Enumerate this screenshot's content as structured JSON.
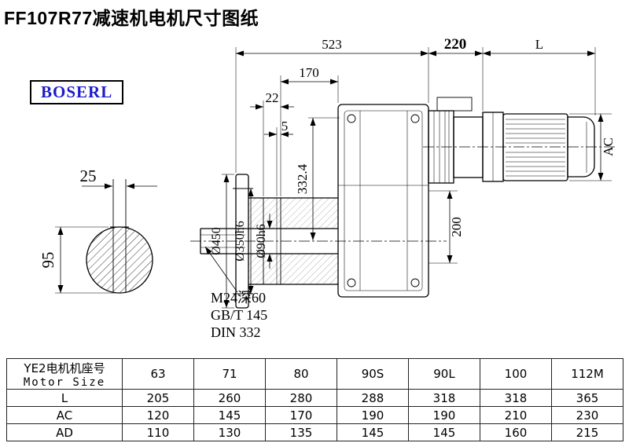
{
  "title": "FF107R77减速机电机尺寸图纸",
  "logo": "BOSERL",
  "drawing": {
    "dims": {
      "overall_length": "523",
      "adapter_length": "220",
      "motor_length": "L",
      "d170": "170",
      "d22": "22",
      "d5": "5",
      "height_332": "332.4",
      "d200": "200",
      "motor_ac": "AC",
      "flange_od": "Ø450",
      "spigot_d": "Ø350h6",
      "bore_d": "Ø90h6",
      "key_width": "25",
      "key_height": "95"
    },
    "notes": {
      "thread": "M24深60",
      "gb": "GB/T 145",
      "din": "DIN 332"
    }
  },
  "table": {
    "header_label_cn": "YE2电机机座号",
    "header_label_en": "Motor Size",
    "sizes": [
      "63",
      "71",
      "80",
      "90S",
      "90L",
      "100",
      "112M"
    ],
    "rows": [
      {
        "label": "L",
        "values": [
          "205",
          "260",
          "280",
          "288",
          "318",
          "318",
          "365"
        ]
      },
      {
        "label": "AC",
        "values": [
          "120",
          "145",
          "170",
          "190",
          "190",
          "210",
          "230"
        ]
      },
      {
        "label": "AD",
        "values": [
          "110",
          "130",
          "135",
          "145",
          "145",
          "160",
          "215"
        ]
      }
    ]
  }
}
